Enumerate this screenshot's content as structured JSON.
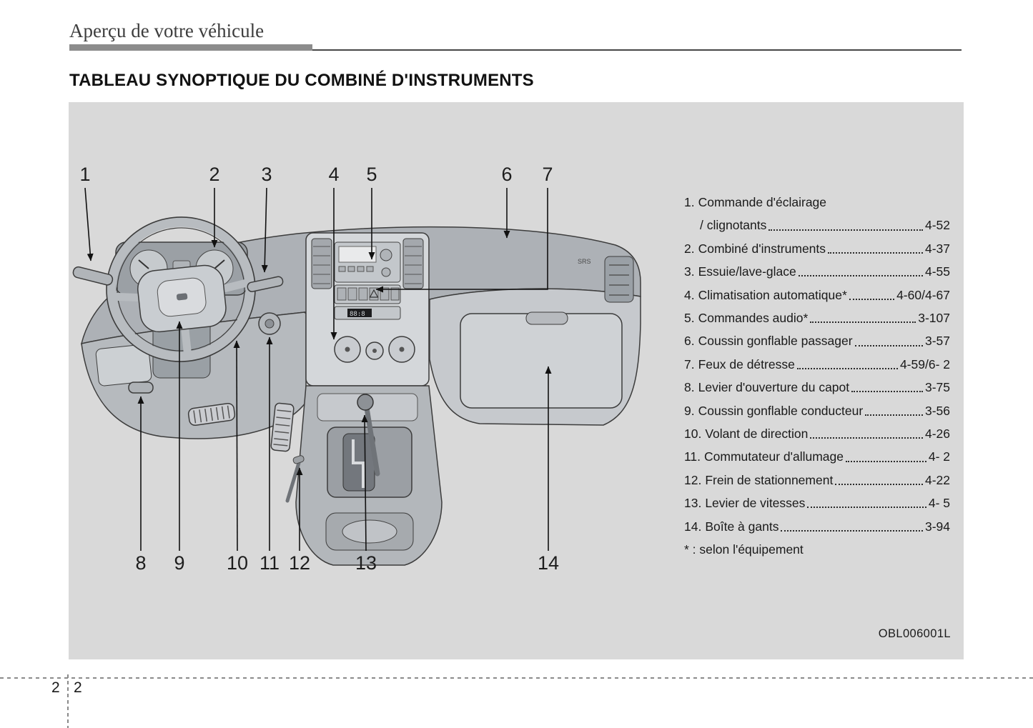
{
  "header": {
    "section_title": "Aperçu de votre véhicule"
  },
  "page_title": "TABLEAU SYNOPTIQUE DU COMBINÉ D'INSTRUMENTS",
  "figure": {
    "code": "OBL006001L",
    "srs_label": "SRS",
    "radio_display": "88:8",
    "callouts_top": [
      "1",
      "2",
      "3",
      "4",
      "5",
      "6",
      "7"
    ],
    "callouts_bottom": [
      "8",
      "9",
      "10",
      "11",
      "12",
      "13",
      "14"
    ]
  },
  "legend": {
    "items": [
      {
        "num": "1.",
        "line1": "Commande d'éclairage",
        "line2": "/ clignotants",
        "page": "4-52"
      },
      {
        "num": "2.",
        "line1": "Combiné d'instruments",
        "page": "4-37"
      },
      {
        "num": "3.",
        "line1": "Essuie/lave-glace",
        "page": "4-55"
      },
      {
        "num": "4.",
        "line1": "Climatisation automatique*",
        "page": "4-60/4-67"
      },
      {
        "num": "5.",
        "line1": "Commandes audio*",
        "page": "3-107"
      },
      {
        "num": "6.",
        "line1": "Coussin gonflable passager",
        "page": "3-57"
      },
      {
        "num": "7.",
        "line1": "Feux de détresse",
        "page": "4-59/6- 2"
      },
      {
        "num": "8.",
        "line1": "Levier d'ouverture du capot",
        "page": "3-75"
      },
      {
        "num": "9.",
        "line1": "Coussin gonflable conducteur",
        "page": "3-56"
      },
      {
        "num": "10.",
        "line1": "Volant de direction",
        "page": "4-26"
      },
      {
        "num": "11.",
        "line1": "Commutateur d'allumage",
        "page": "4- 2"
      },
      {
        "num": "12.",
        "line1": "Frein de stationnement",
        "page": "4-22"
      },
      {
        "num": "13.",
        "line1": "Levier de vitesses",
        "page": "4- 5"
      },
      {
        "num": "14.",
        "line1": "Boîte à gants",
        "page": "3-94"
      }
    ],
    "footnote": "* : selon l'équipement"
  },
  "footer": {
    "chapter": "2",
    "page": "2"
  }
}
